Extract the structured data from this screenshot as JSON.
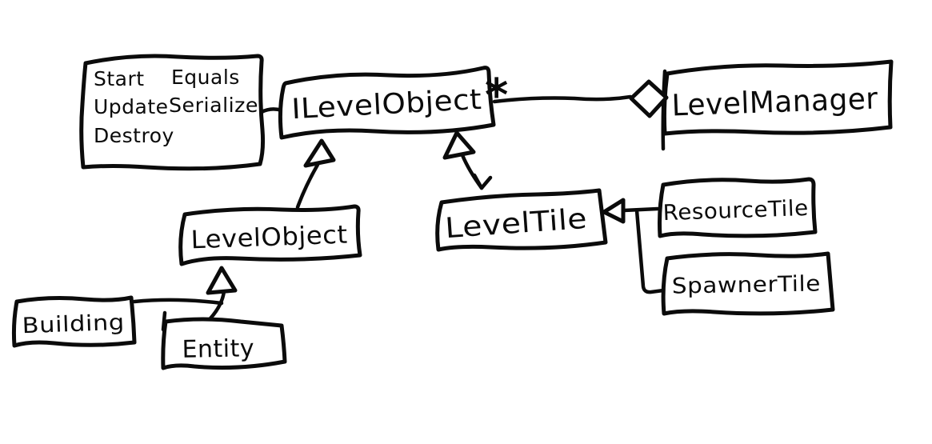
{
  "diagram": {
    "background_color": "#ffffff",
    "ink_color": "#0b0b0b",
    "note_box": {
      "col1": [
        "Start",
        "Update",
        "Destroy"
      ],
      "col2": [
        "Equals",
        "Serialize"
      ]
    },
    "nodes": {
      "ilevel_object": "ILevelObject",
      "level_manager": "LevelManager",
      "level_object": "LevelObject",
      "level_tile": "LevelTile",
      "resource_tile": "ResourceTile",
      "spawner_tile": "SpawnerTile",
      "building": "Building",
      "entity": "Entity"
    },
    "labels": {
      "multiplicity": "*"
    },
    "relationships": [
      {
        "from": "ILevelObject",
        "to": "LevelManager",
        "type": "aggregation",
        "multiplicity": "*"
      },
      {
        "from": "LevelObject",
        "to": "ILevelObject",
        "type": "inheritance"
      },
      {
        "from": "LevelTile",
        "to": "ILevelObject",
        "type": "inheritance"
      },
      {
        "from": "ResourceTile",
        "to": "LevelTile",
        "type": "inheritance"
      },
      {
        "from": "SpawnerTile",
        "to": "LevelTile",
        "type": "inheritance"
      },
      {
        "from": "Building",
        "to": "LevelObject",
        "type": "inheritance"
      },
      {
        "from": "Entity",
        "to": "LevelObject",
        "type": "inheritance"
      },
      {
        "from": "note (Start, Update, Destroy, Equals, Serialize)",
        "to": "ILevelObject",
        "type": "attachment"
      }
    ]
  }
}
